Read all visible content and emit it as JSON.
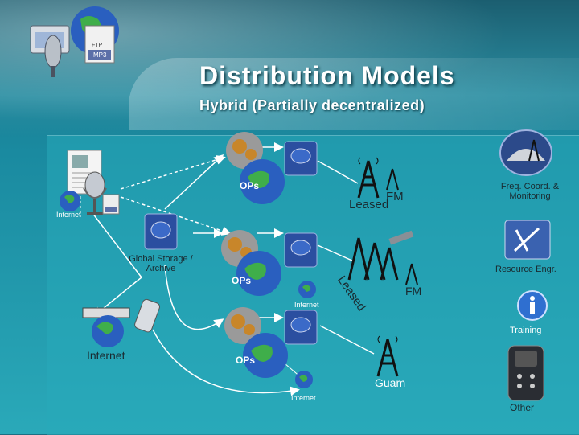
{
  "title": "Distribution Models",
  "subtitle": "Hybrid (Partially decentralized)",
  "labels": {
    "ops_1": "OPs",
    "ops_2": "OPs",
    "ops_3": "OPs",
    "leased_1": "Leased",
    "fm_1": "FM",
    "leased_2": "Leased",
    "fm_2": "FM",
    "guam": "Guam",
    "internet_top": "Internet",
    "internet_mid": "Internet",
    "internet_bottom_left": "Internet",
    "internet_bottom": "Internet",
    "global_storage": "Global Storage / Archive",
    "freq_coord": "Freq. Coord. & Monitoring",
    "resource_engr": "Resource Engr.",
    "training": "Training",
    "other": "Other"
  },
  "colors": {
    "background": "#1a8aa0",
    "server": "#2b4fa0",
    "gear": "#c8862a",
    "tower": "#111111"
  },
  "icons": {
    "logo": "globe-mp3-ftp-icon",
    "tower": "radio-tower-icon",
    "globe": "globe-icon",
    "server": "server-icon",
    "gears": "gears-icon",
    "info": "info-icon",
    "satellite": "satellite-icon",
    "tools": "tools-icon",
    "phone": "phone-icon",
    "radio": "radio-device-icon",
    "microphone": "microphone-icon"
  }
}
